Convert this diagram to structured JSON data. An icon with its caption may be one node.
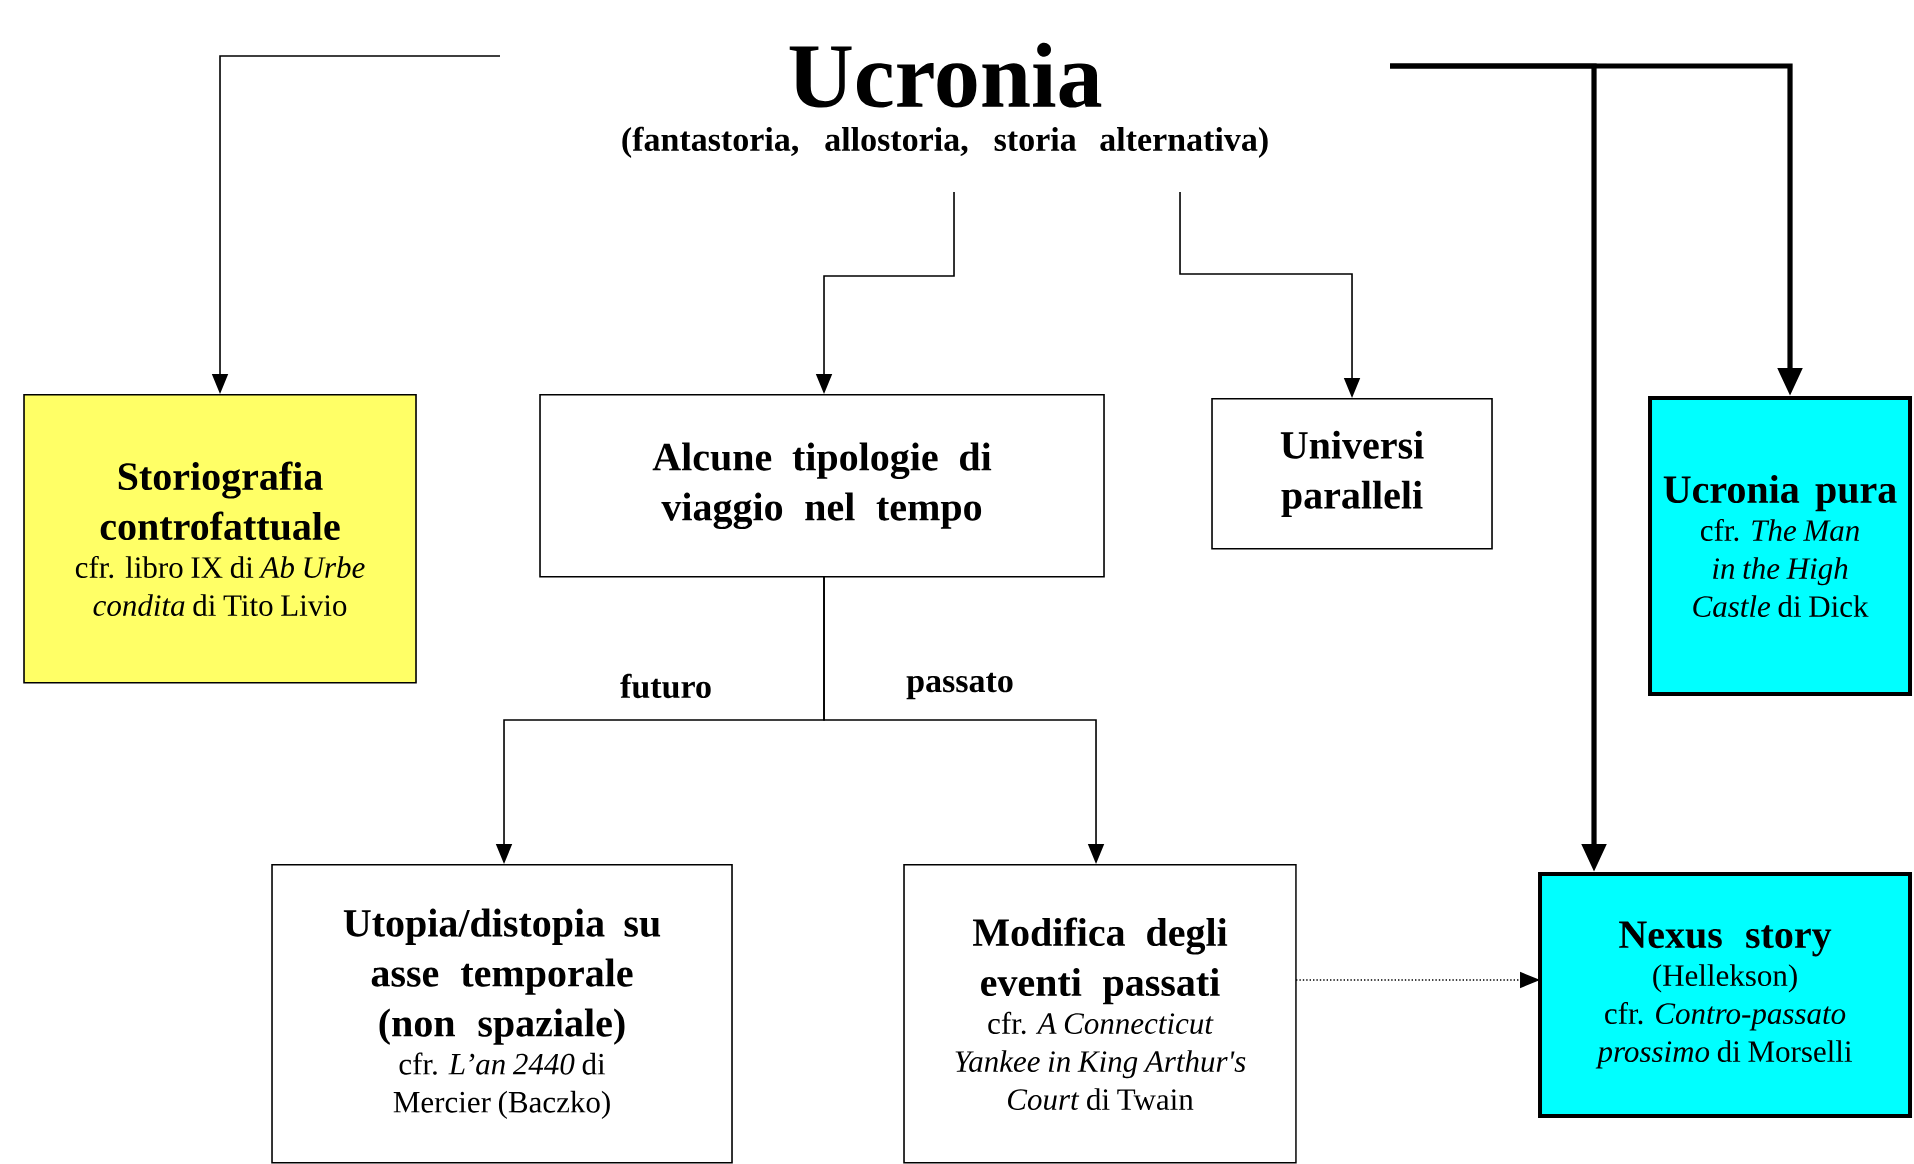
{
  "diagram": {
    "nodes": [
      {
        "text": [
          "Ucronia",
          "(fantastoria, allostoria, storia alternativa)"
        ]
      },
      {
        "text": [
          "Storiografia controfattuale",
          "cfr. libro IX di *Ab Urbe condita* di Tito Livio"
        ]
      },
      {
        "text": [
          "Alcune tipologie di viaggio nel tempo"
        ]
      },
      {
        "text": [
          "Universi paralleli"
        ]
      },
      {
        "text": [
          "Ucronia pura",
          "cfr. *The Man in the High Castle* di Dick"
        ]
      },
      {
        "text": [
          "Utopia/distopia su asse temporale (non spaziale)",
          "cfr. *L’an 2440* di Mercier (Baczko)"
        ]
      },
      {
        "text": [
          "Modifica degli eventi passati",
          "cfr. *A Connecticut Yankee in King Arthur's Court* di Twain"
        ]
      },
      {
        "text": [
          "Nexus story",
          "(Hellekson)",
          "cfr. *Contro-passato prossimo* di Morselli"
        ]
      }
    ],
    "edges": [
      {
        "from": 0,
        "to": 1,
        "arrow": "to"
      },
      {
        "from": 0,
        "to": 2,
        "arrow": "to"
      },
      {
        "from": 0,
        "to": 3,
        "arrow": "to"
      },
      {
        "from": 0,
        "to": 4,
        "arrow": "to",
        "style": "thick"
      },
      {
        "from": 0,
        "to": 7,
        "arrow": "to",
        "style": "thick"
      },
      {
        "from": 2,
        "to": 5,
        "arrow": "to",
        "label": "futuro"
      },
      {
        "from": 2,
        "to": 6,
        "arrow": "to",
        "label": "passato"
      },
      {
        "from": 6,
        "to": 7,
        "arrow": "to",
        "style": "dashed"
      }
    ]
  }
}
